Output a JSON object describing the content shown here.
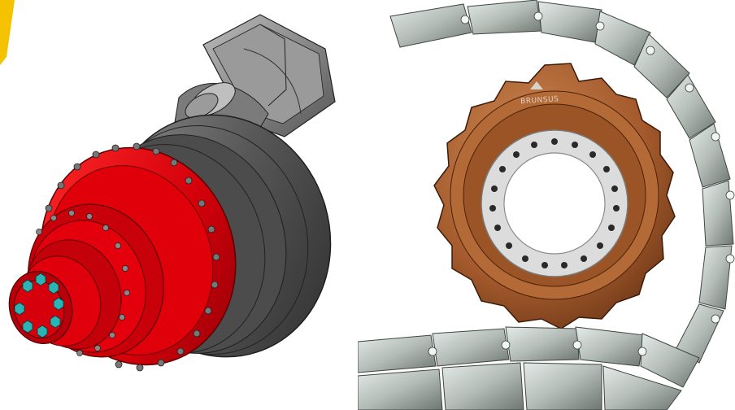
{
  "images": [
    {
      "id": "left",
      "subject": "gearbox-drive-render"
    },
    {
      "id": "right",
      "subject": "sprocket-and-track-chain"
    }
  ],
  "colors": {
    "accent_yellow": "#f4c200",
    "drive_red": "#d8000c",
    "housing_gray": "#5a5a5a",
    "bolt_teal": "#2ab4b4",
    "sprocket_copper": "#a45a2c",
    "chain_silver": "#b4bcb8"
  },
  "logo": {
    "text": "BRUNSUS"
  }
}
